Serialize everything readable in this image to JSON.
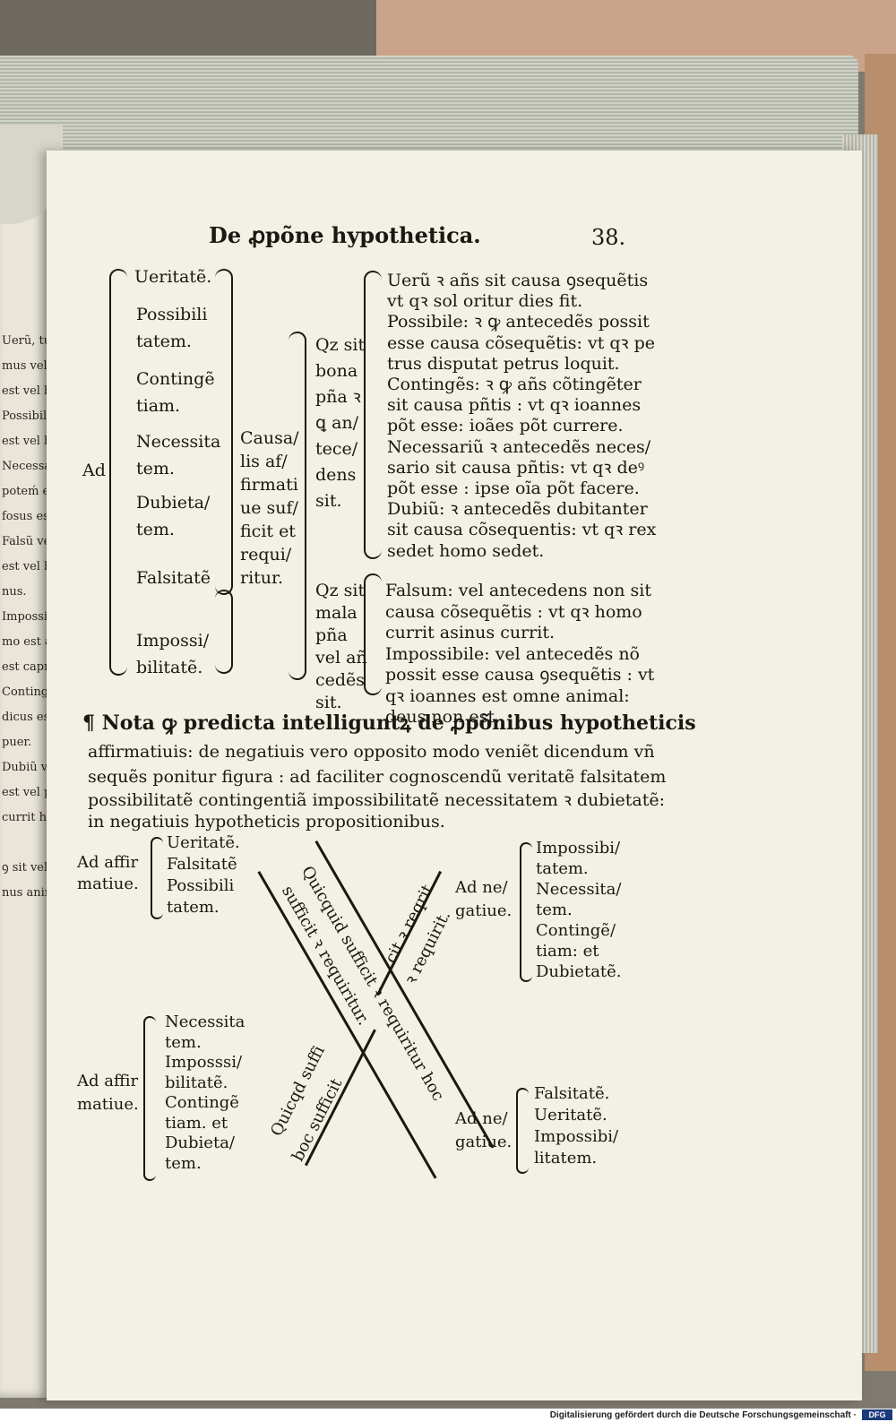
{
  "page": {
    "header": "De ꝓpõne hypothetica.",
    "folio": "38."
  },
  "upper_figure": {
    "root": "Ad",
    "attributes": [
      [
        "Ueritatẽ."
      ],
      [
        "Possibili",
        "tatem."
      ],
      [
        "Contingẽ",
        "tiam."
      ],
      [
        "Necessita",
        "tem."
      ],
      [
        "Dubieta/",
        "tem."
      ],
      [
        "Falsitatẽ"
      ],
      [
        "Impossi/",
        "bilitatẽ."
      ]
    ],
    "condition": [
      "Causa/",
      "lis af/",
      "firmati",
      "ue suf/",
      "ficit et",
      "requi/",
      "ritur."
    ],
    "bona": [
      "Qz sit",
      "bona",
      "pña ꝛ",
      "ꝗ an/",
      "tece/",
      "dens",
      "sit."
    ],
    "mala": [
      "Qz sit",
      "mala",
      "pña",
      "vel añ",
      "cedẽs",
      "sit."
    ],
    "definitions_bona": [
      "Uerũ ꝛ añs sit causa ꝯsequẽtis",
      "vt qꝛ sol oritur dies fit.",
      "Possibile: ꝛ ꝙ antecedẽs possit",
      "esse causa cõsequẽtis: vt qꝛ pe",
      "trus disputat petrus loquit.",
      "Contingẽs: ꝛ ꝙ añs cõtingẽter",
      "sit causa pñtis : vt qꝛ ioannes",
      "põt esse: ioães põt currere.",
      "Necessariũ ꝛ antecedẽs neces/",
      "sario sit causa pñtis: vt qꝛ deꝰ",
      "põt esse : ipse oĩa põt facere.",
      "Dubiũ: ꝛ antecedẽs dubitanter",
      "sit causa cõsequentis: vt qꝛ rex",
      "sedet homo sedet."
    ],
    "definitions_mala": [
      "Falsum: vel antecedens non sit",
      "causa cõsequẽtis : vt qꝛ homo",
      "currit asinus currit.",
      "Impossibile: vel antecedẽs nõ",
      "possit esse causa ꝯsequẽtis : vt",
      "qꝛ ioannes est omne animal:",
      "deus non est."
    ]
  },
  "note": [
    "¶ Nota ꝙ predicta intelliguntꝝ de ꝓpõnibus hypotheticis",
    "affirmatiuis: de negatiuis vero opposito modo veniẽt dicendum vñ",
    "sequẽs ponitur figura : ad faciliter cognoscendũ veritatẽ falsitatem",
    "possibilitatẽ contingentiã impossibilitatẽ necessitatem ꝛ dubietatẽ:",
    "in negatiuis hypotheticis propositionibus."
  ],
  "lower_figure": {
    "tl_label": [
      "Ad affir",
      "matiue."
    ],
    "tl_items": [
      "Ueritatẽ.",
      "Falsitatẽ",
      "Possibili",
      "tatem."
    ],
    "tr_label": [
      "Ad ne/",
      "gatiue."
    ],
    "tr_items": [
      "Impossibi/",
      "tatem.",
      "Necessita/",
      "tem.",
      "Contingẽ/",
      "tiam: et",
      "Dubietatẽ."
    ],
    "bl_label": [
      "Ad affir",
      "matiue."
    ],
    "bl_items": [
      "Necessita",
      "tem.",
      "Imposssi/",
      "bilitatẽ.",
      "Contingẽ",
      "tiam. et",
      "Dubieta/",
      "tem."
    ],
    "br_label": [
      "Ad ne/",
      "gatiue."
    ],
    "br_items": [
      "Falsitatẽ.",
      "Ueritatẽ.",
      "Impossibi/",
      "litatem."
    ],
    "diag_long_1": "Quicquid sufficit ꝛ requiritur hoc",
    "diag_long_2": "sufficit ꝛ requiritur.",
    "diag_short_tr_1": "cit ꝛ reqrit",
    "diag_short_tr_2": "ꝛ requirit.",
    "diag_short_bl_1": "Quicqd suffi",
    "diag_short_bl_2": "boc sufficit"
  },
  "footer": {
    "credit": "Digitalisierung gefördert durch die Deutsche Forschungsgemeinschaft ·",
    "logo": "DFG"
  },
  "left_page_fragments": [
    "Uerũ, tuis",
    "mus vel bo",
    "est vel bo",
    "Possibili",
    "est vel bor",
    "Necessari",
    "poteḿ est",
    "fosus est",
    "Falsũ vel",
    "est vel bo",
    "nus.",
    "Impossibili",
    "mo est ali",
    "est capri",
    "Contingẽ",
    "dicus est",
    "puer.",
    "Dubiũ vi",
    "est vel pa",
    "currit ho",
    "",
    "ꝯ sit vel",
    "nus animal"
  ]
}
